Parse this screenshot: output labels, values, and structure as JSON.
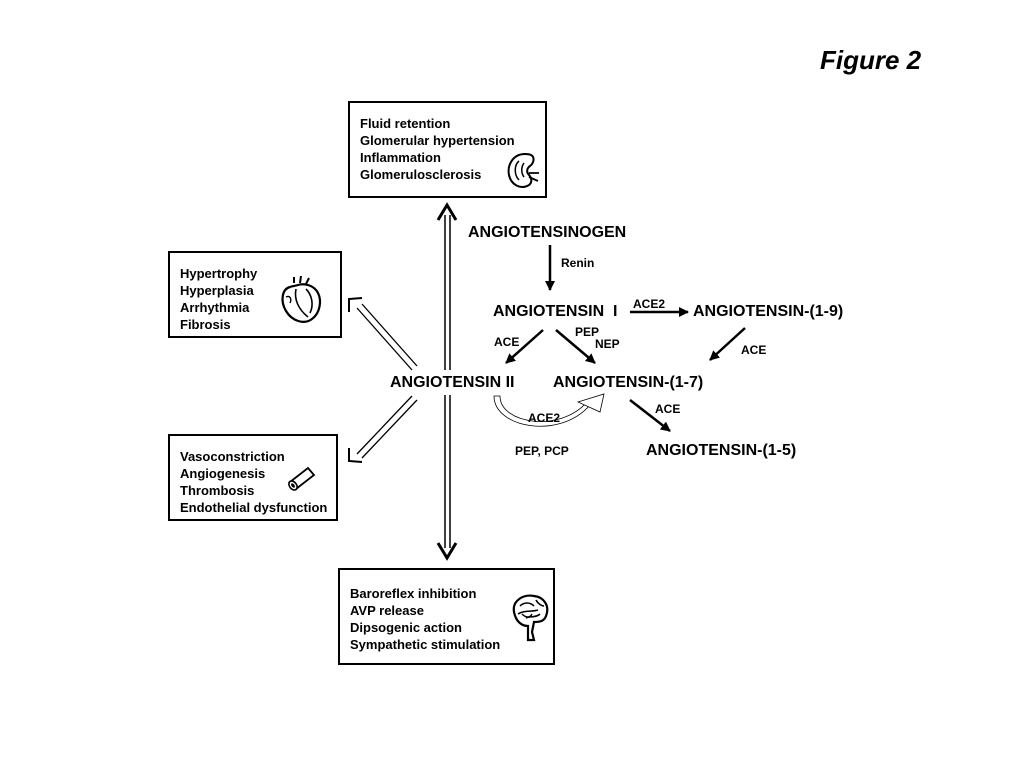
{
  "figure_label": "Figure 2",
  "nodes": {
    "angiotensinogen": "ANGIOTENSINOGEN",
    "angiotensin_i": "ANGIOTENSIN  I",
    "angiotensin_1_9": "ANGIOTENSIN-(1-9)",
    "angiotensin_ii": "ANGIOTENSIN II",
    "angiotensin_1_7": "ANGIOTENSIN-(1-7)",
    "angiotensin_1_5": "ANGIOTENSIN-(1-5)"
  },
  "enzymes": {
    "renin": "Renin",
    "ace2_top": "ACE2",
    "ace_left": "ACE",
    "pep": "PEP",
    "nep": "NEP",
    "ace_right": "ACE",
    "ace2_loop": "ACE2",
    "ace_bottom": "ACE",
    "pep_pcp": "PEP, PCP"
  },
  "boxes": {
    "kidney": {
      "icon": "kidney-icon",
      "items": [
        "Fluid retention",
        "Glomerular hypertension",
        "Inflammation",
        "Glomerulosclerosis"
      ]
    },
    "heart": {
      "icon": "heart-icon",
      "items": [
        "Hypertrophy",
        "Hyperplasia",
        "Arrhythmia",
        "Fibrosis"
      ]
    },
    "vessel": {
      "icon": "blood-vessel-icon",
      "items": [
        "Vasoconstriction",
        "Angiogenesis",
        "Thrombosis",
        "Endothelial dysfunction"
      ]
    },
    "brain": {
      "icon": "brain-icon",
      "items": [
        "Baroreflex inhibition",
        "AVP release",
        "Dipsogenic action",
        "Sympathetic stimulation"
      ]
    }
  }
}
